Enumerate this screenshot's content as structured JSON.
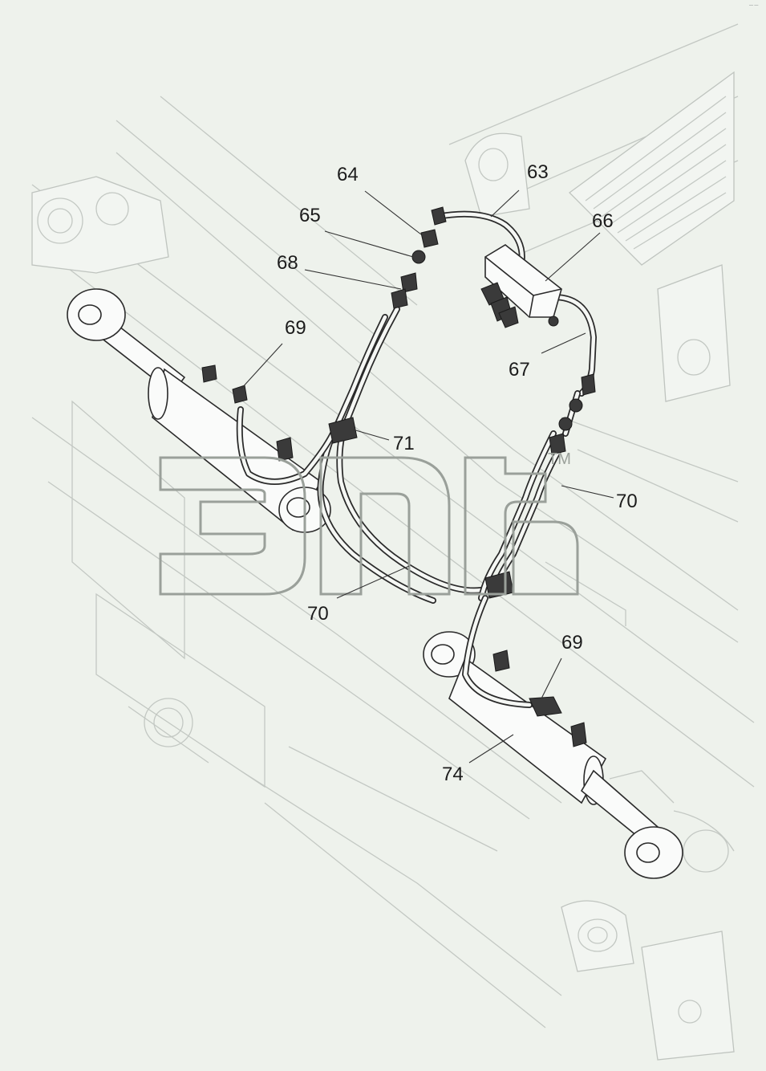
{
  "diagram": {
    "callouts": [
      {
        "id": "c63",
        "label": "63"
      },
      {
        "id": "c64",
        "label": "64"
      },
      {
        "id": "c65",
        "label": "65"
      },
      {
        "id": "c66",
        "label": "66"
      },
      {
        "id": "c67",
        "label": "67"
      },
      {
        "id": "c68",
        "label": "68"
      },
      {
        "id": "c69a",
        "label": "69"
      },
      {
        "id": "c69b",
        "label": "69"
      },
      {
        "id": "c70a",
        "label": "70"
      },
      {
        "id": "c70b",
        "label": "70"
      },
      {
        "id": "c71",
        "label": "71"
      },
      {
        "id": "c74",
        "label": "74"
      }
    ],
    "watermark": {
      "trademark": "TM"
    },
    "corner_mark": "—  —"
  }
}
